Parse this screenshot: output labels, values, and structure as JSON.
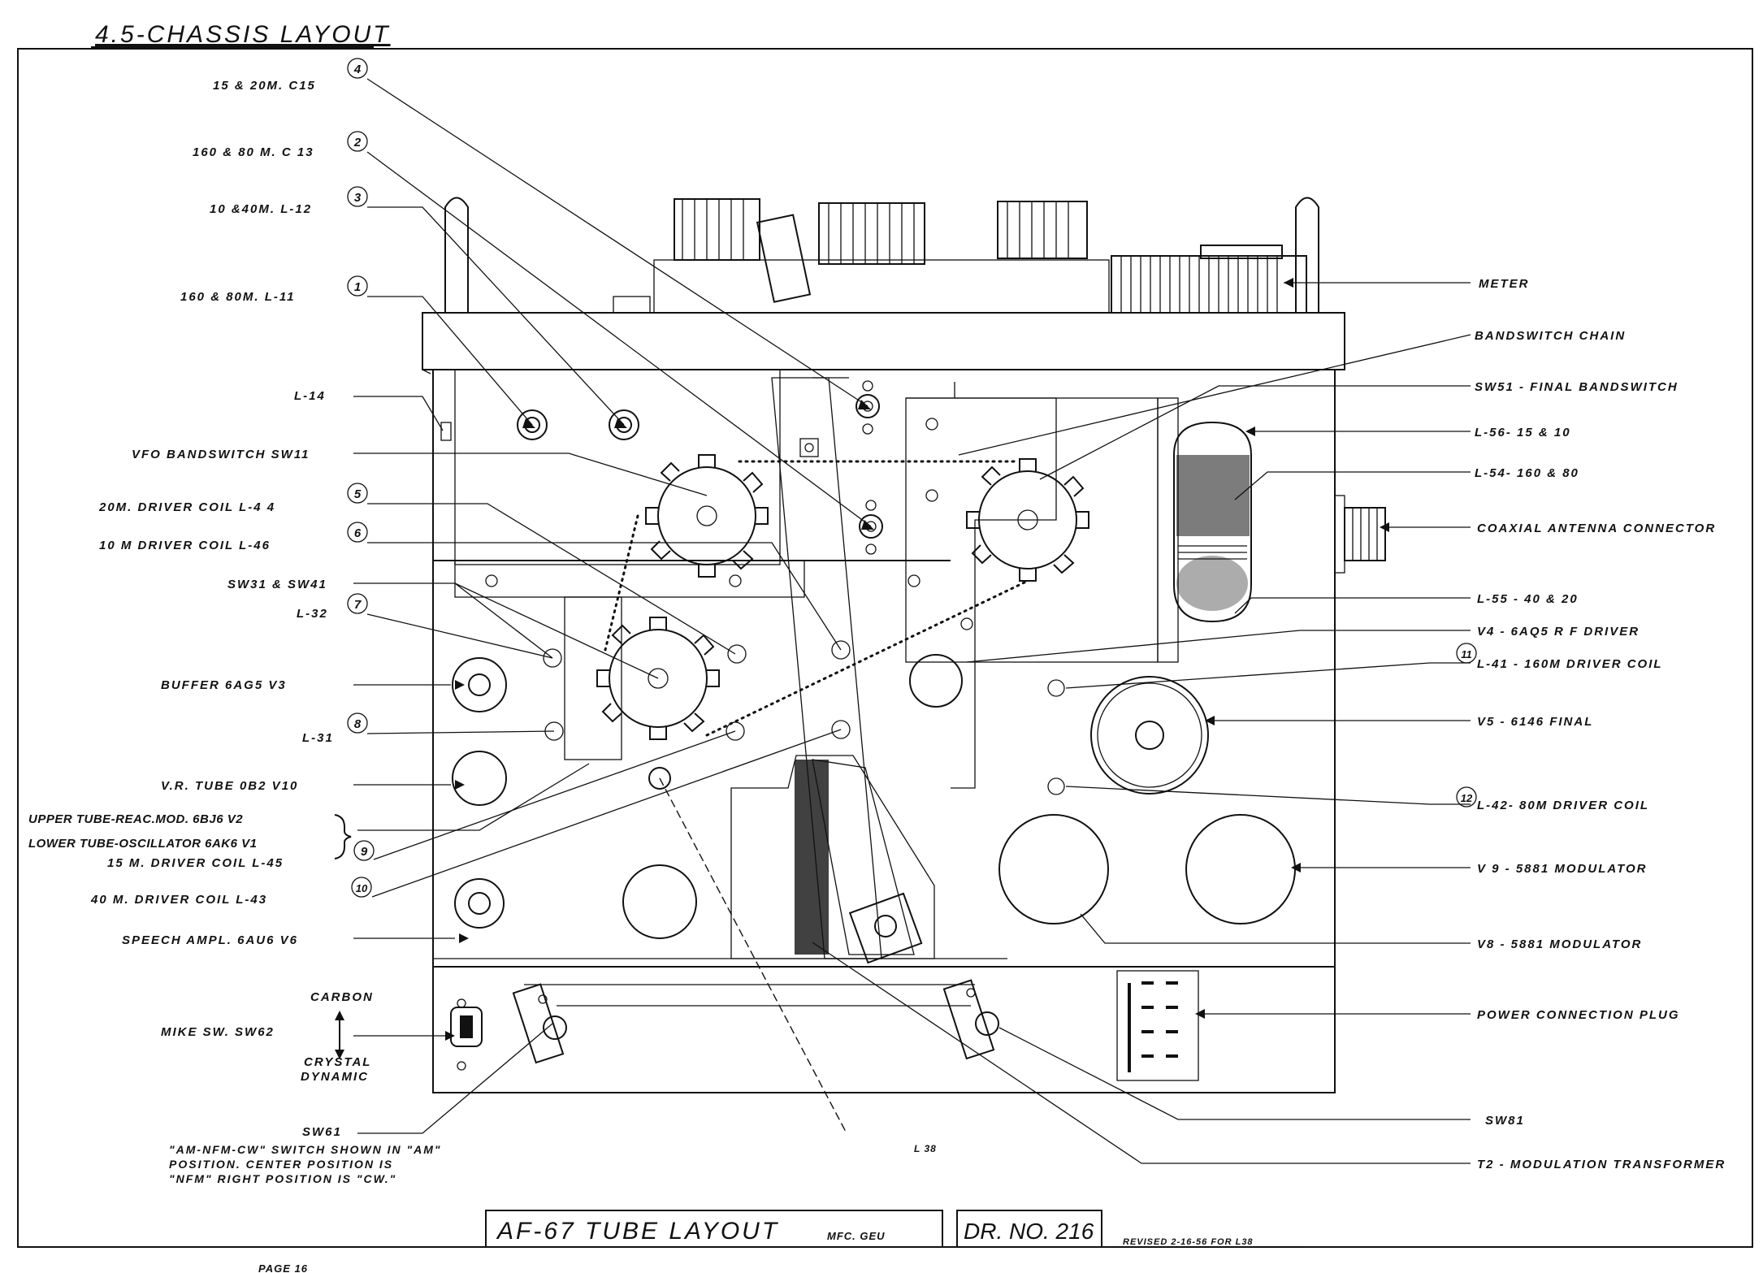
{
  "title": "4.5-CHASSIS LAYOUT",
  "labels_left": {
    "c15": "15 & 20M.  C15",
    "c13": "160 & 80 M.     C 13",
    "l12": "10 &40M.   L-12",
    "l11": "160 & 80M.      L-11",
    "l14": "L-14",
    "sw11": "VFO  BANDSWITCH   SW11",
    "l44": "20M.  DRIVER COIL       L-4 4",
    "l46": "10 M  DRIVER COIL       L-46",
    "sw31": "SW31  & SW41",
    "l32": "L-32",
    "v3": "BUFFER   6AG5   V3",
    "l31": "L-31",
    "v10": "V.R. TUBE   0B2    V10",
    "v2": "UPPER TUBE-REAC.MOD. 6BJ6    V2",
    "v1": "LOWER TUBE-OSCILLATOR 6AK6   V1",
    "l45": "15 M. DRIVER COIL        L-45",
    "l43": "40 M. DRIVER COIL       L-43",
    "v6": "SPEECH AMPL.   6AU6   V6",
    "carbon": "CARBON",
    "sw62": "MIKE  SW.    SW62",
    "crystal": "CRYSTAL",
    "dynamic": "DYNAMIC",
    "sw61": "SW61",
    "sw61_note_1": "\"AM-NFM-CW\" SWITCH   SHOWN IN \"AM\"",
    "sw61_note_2": "POSITION.  CENTER  POSITION  IS",
    "sw61_note_3": "\"NFM\"    RIGHT POSITION IS \"CW.\""
  },
  "labels_right": {
    "meter": "METER",
    "chain": "BANDSWITCH  CHAIN",
    "sw51": "SW51  -  FINAL  BANDSWITCH",
    "l56": "L-56- 15  & 10",
    "l54": "L-54-  160 & 80",
    "coax": "COAXIAL  ANTENNA  CONNECTOR",
    "l55": "L-55 - 40 & 20",
    "v4": "V4 - 6AQ5   R F  DRIVER",
    "l41": "L-41 - 160M DRIVER COIL",
    "v5": "V5 - 6146     FINAL",
    "l42": "L-42- 80M  DRIVER COIL",
    "v9": "V 9 - 5881  MODULATOR",
    "v8": "V8 - 5881  MODULATOR",
    "plug": "POWER CONNECTION  PLUG",
    "sw81": "SW81",
    "t2": "T2 - MODULATION   TRANSFORMER"
  },
  "callouts": {
    "n1": "1",
    "n2": "2",
    "n3": "3",
    "n4": "4",
    "n5": "5",
    "n6": "6",
    "n7": "7",
    "n8": "8",
    "n9": "9",
    "n10": "10",
    "n11": "11",
    "n12": "12"
  },
  "footer": {
    "l38": "L 38",
    "title_block": "AF-67  TUBE  LAYOUT",
    "mfr": "MFC. GEU",
    "dr_no": "DR. NO.  216",
    "revised": "REVISED  2-16-56  FOR  L38",
    "page": "PAGE  16"
  },
  "colors": {
    "ink": "#111111",
    "paper": "#ffffff"
  }
}
